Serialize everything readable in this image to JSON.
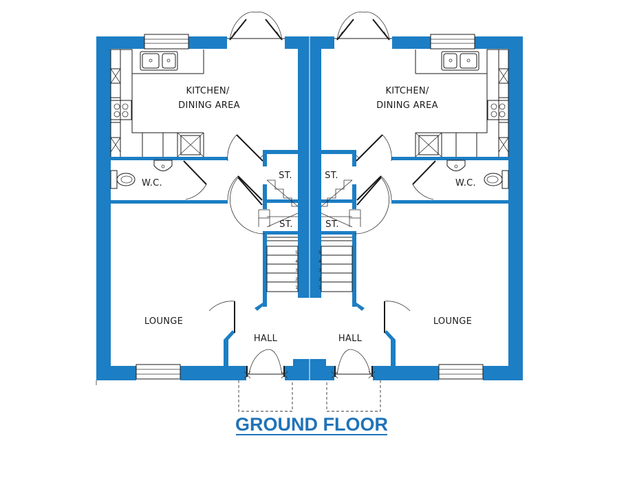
{
  "title": "GROUND FLOOR",
  "colors": {
    "wall": "#1c7ec4",
    "title": "#2073b8",
    "line": "#1a1a1a"
  },
  "rooms": {
    "kitchen_line1": "KITCHEN/",
    "kitchen_line2": "DINING AREA",
    "wc": "W.C.",
    "store": "ST.",
    "lounge": "LOUNGE",
    "hall": "HALL"
  },
  "stair_steps": [
    "5",
    "4",
    "3",
    "2",
    "1"
  ]
}
